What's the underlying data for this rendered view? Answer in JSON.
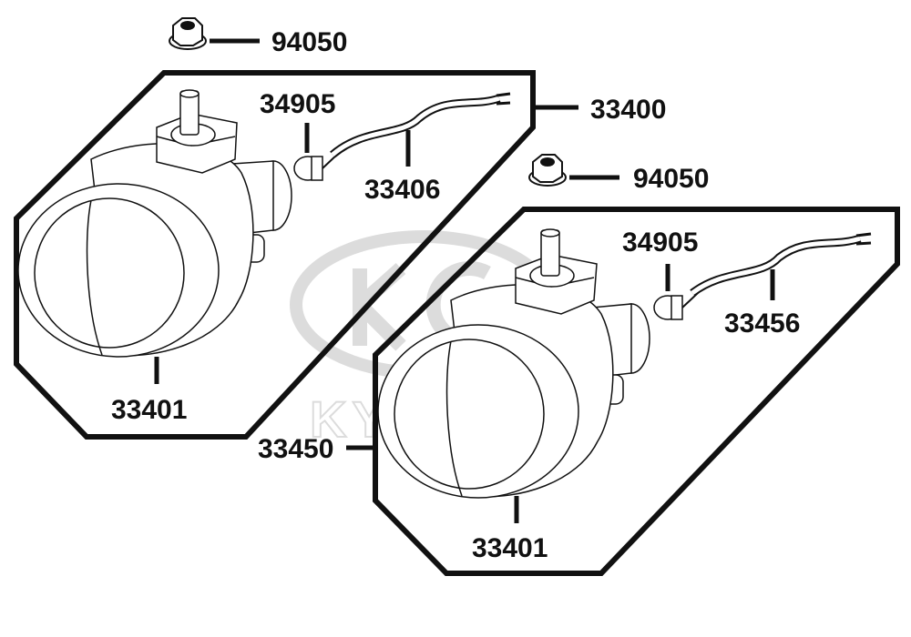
{
  "watermark": {
    "brand": "KYMCO"
  },
  "labels": {
    "nut_upper": "94050",
    "bulb_upper": "34905",
    "assembly_upper": "33400",
    "harness_upper": "33406",
    "lens_upper": "33401",
    "nut_lower": "94050",
    "bulb_lower": "34905",
    "harness_lower": "33456",
    "assembly_lower": "33450",
    "lens_lower": "33401"
  },
  "colors": {
    "line": "#111111",
    "watermark": "#d9d9d9",
    "background": "#ffffff"
  }
}
